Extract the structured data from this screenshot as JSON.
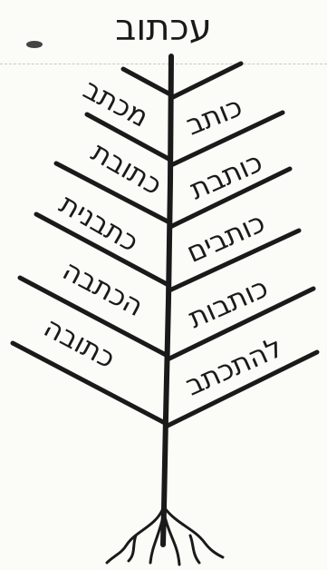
{
  "title": "עכתוב",
  "left_words": [
    "מכתב",
    "כתובת",
    "כתבנית",
    "הכתבה",
    "כתובה"
  ],
  "right_words": [
    "כותב",
    "כותבת",
    "כותבים",
    "כותבות",
    "להתכתב"
  ],
  "colors": {
    "ink": "#1a1a1a",
    "paper": "#fbfbf8"
  }
}
